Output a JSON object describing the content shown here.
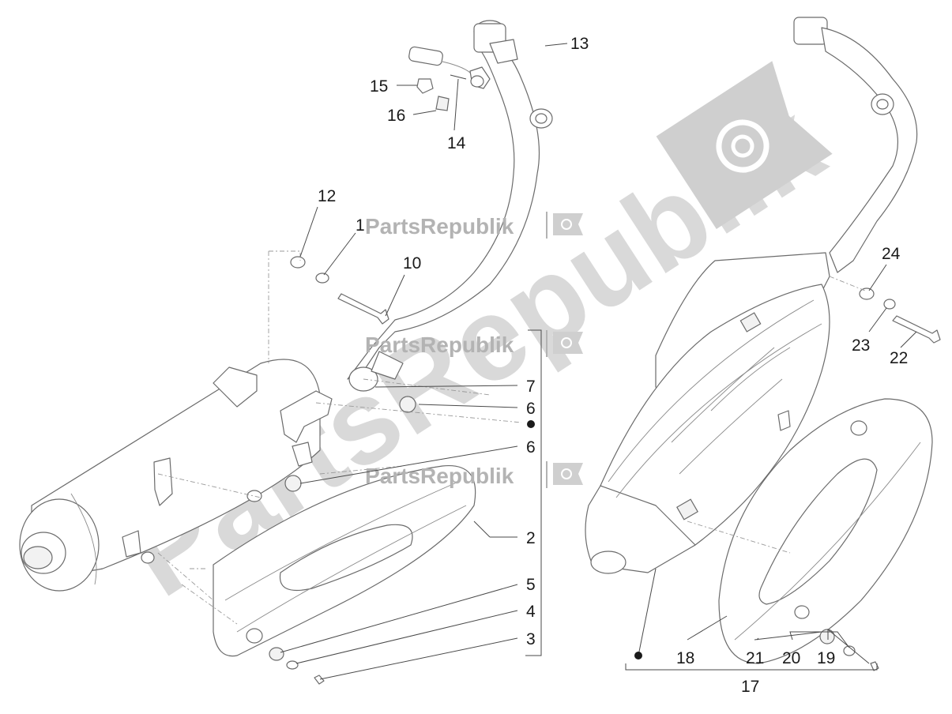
{
  "diagram": {
    "callouts": {
      "c1": "1",
      "c2": "2",
      "c3": "3",
      "c4": "4",
      "c5": "5",
      "c6a": "6",
      "c6b": "6",
      "c7": "7",
      "c10": "10",
      "c12": "12",
      "c13": "13",
      "c14": "14",
      "c15": "15",
      "c16": "16",
      "c17": "17",
      "c18": "18",
      "c19": "19",
      "c20": "20",
      "c21": "21",
      "c22": "22",
      "c23": "23",
      "c24": "24"
    }
  },
  "watermark": {
    "small_label": "PartsRepublik",
    "big_label": "PartsRepublik"
  },
  "colors": {
    "line": "#6b6b6b",
    "watermark_big": "#d9d9d9",
    "watermark_small": "#b3b3b3",
    "callout_text": "#1a1a1a"
  }
}
